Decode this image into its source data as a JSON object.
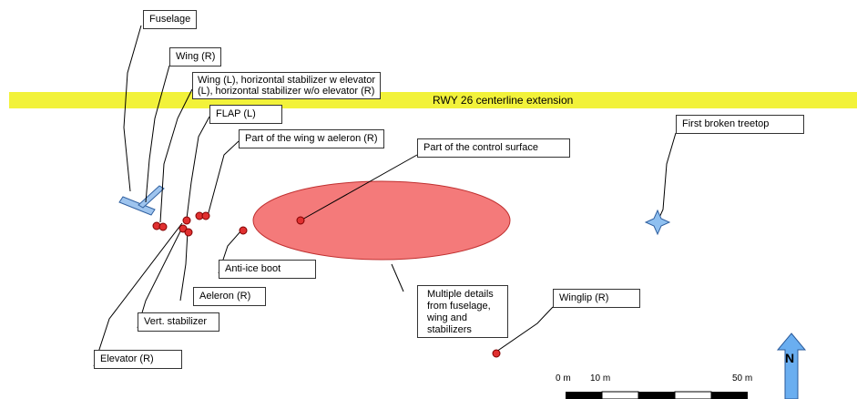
{
  "runway": {
    "label": "RWY 26 centerline extension",
    "color": "#f2f23a"
  },
  "labels": {
    "fuselage": "Fuselage",
    "wing_r": "Wing (R)",
    "wing_l_line1": "Wing (L), horizontal stabilizer w elevator",
    "wing_l_line2": "(L), horizontal stabilizer w/o elevator (R)",
    "flap_l": "FLAP (L)",
    "wing_aeleron": "Part of the wing w aeleron (R)",
    "control_surface": "Part of the control surface",
    "first_treetop": "First broken treetop",
    "anti_ice": "Anti-ice boot",
    "aeleron_r": "Aeleron (R)",
    "vert_stab": "Vert. stabilizer",
    "elevator_r": "Elevator (R)",
    "multiple_details": "Multiple details from fuselage, wing and stabilizers",
    "wingtip": "Winglip (R)"
  },
  "scale": {
    "t0": "0 m",
    "t10": "10 m",
    "t50": "50 m"
  },
  "north": {
    "letter": "N",
    "color": "#6aaef0"
  },
  "colors": {
    "debris": "#e03030",
    "area": "#f47a7a",
    "fuselage": "#9ec4ee",
    "treetop": "#8fc0f0"
  }
}
